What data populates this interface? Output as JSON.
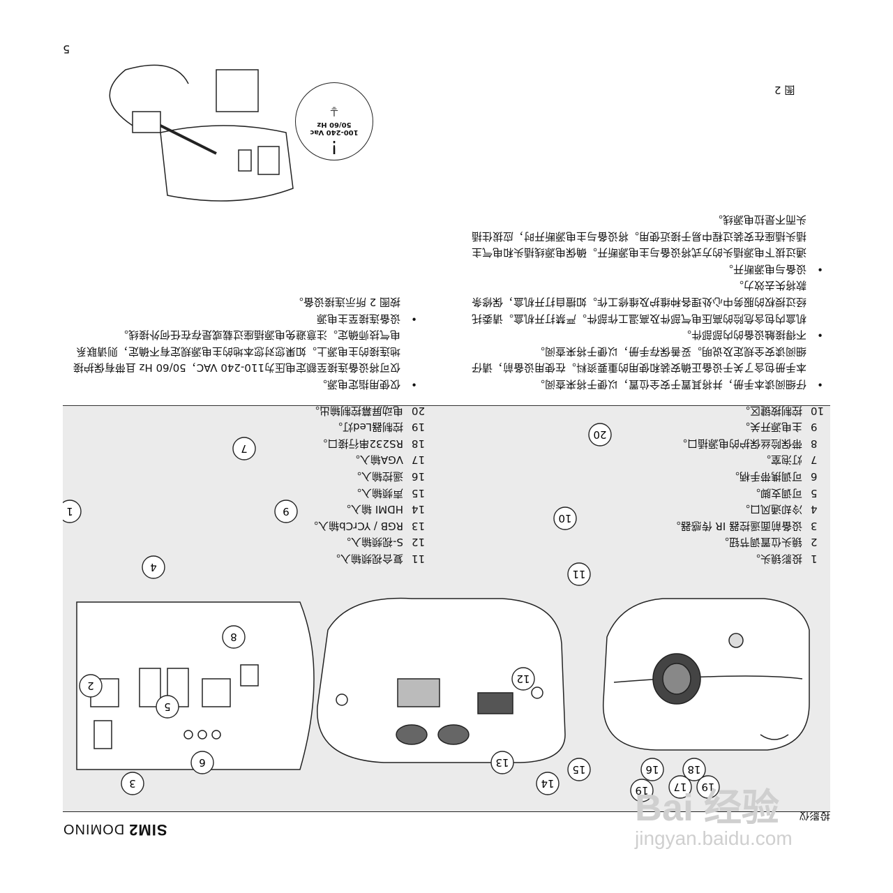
{
  "header": {
    "brand": "SIM2",
    "product": "DOMINO",
    "section": "投影仪"
  },
  "parts_left": [
    {
      "num": "1",
      "label": "投影镜头。"
    },
    {
      "num": "2",
      "label": "镜头位置调节钮。"
    },
    {
      "num": "3",
      "label": "设备前面遥控器 IR 传感器。"
    },
    {
      "num": "4",
      "label": "冷却通风口。"
    },
    {
      "num": "5",
      "label": "可调支脚。"
    },
    {
      "num": "6",
      "label": "可调携带手柄。"
    },
    {
      "num": "7",
      "label": "灯泡室。"
    },
    {
      "num": "8",
      "label": "带保险丝保护的电源插口。"
    },
    {
      "num": "9",
      "label": "主电源开关。"
    },
    {
      "num": "10",
      "label": "控制按键区。"
    }
  ],
  "parts_right": [
    {
      "num": "11",
      "label": "复合视频输入。"
    },
    {
      "num": "12",
      "label": "S-视频输入。"
    },
    {
      "num": "13",
      "label": "RGB / YCrCb输入。"
    },
    {
      "num": "14",
      "label": "HDMI 输入。"
    },
    {
      "num": "15",
      "label": "声频输入。"
    },
    {
      "num": "16",
      "label": "遥控输入。"
    },
    {
      "num": "17",
      "label": "VGA输入。"
    },
    {
      "num": "18",
      "label": "RS232串行接口。"
    },
    {
      "num": "19",
      "label": "控制器Led灯。"
    },
    {
      "num": "20",
      "label": "电动屏幕控制输出。"
    }
  ],
  "callouts_fig1": [
    "1",
    "2",
    "3",
    "4",
    "5",
    "6",
    "7",
    "8",
    "9",
    "10",
    "11",
    "12",
    "13",
    "14",
    "15",
    "16",
    "17",
    "18",
    "19",
    "19",
    "20"
  ],
  "text_left": [
    "仔细阅读本手册，并将其置于安全位置，以便于将来查阅。",
    "本手册包含了关于设备正确安装和使用的重要资料。在使用设备前，请仔细阅读安全规定及说明。妥善保存手册，以便于将来查阅。",
    "不得接触设备的内部部件。",
    "机盒内包含危险的高压电气部件及高温工作部件。严禁打开机盒。请委托经过授权的服务中心处理各种维护及维修工作。如擅自打开机盒，保修条款将失去效力。",
    "设备与电源断开。",
    "通过拔下电源插头的方式将设备与主电源断开。确保电源线插头和电气主插头插座在安装过程中易于接近使用。将设备与主电源断开时，应拔住插头而不是拉电源线。"
  ],
  "text_right": [
    "仅使用指定电源。",
    "仅可将设备连接至额定电压为110-240 VAC，50/60 Hz 且带有保护接地连接的主电源上。如果您对您本地的主电源规定有不确定，则请联系电气技师确定。注意避免电源插座过载或是存在任何外接线。",
    "设备连接至主电源",
    "按图 2 所示连接设备。"
  ],
  "fig2": {
    "label_voltage": "100-240 Vac",
    "label_freq": "50/60 Hz",
    "warning_symbol": "!",
    "ground_symbol": "⏚",
    "caption": "图 2"
  },
  "page_number": "5",
  "watermark": {
    "text": "Bai 经验",
    "url": "jingyan.baidu.com"
  }
}
